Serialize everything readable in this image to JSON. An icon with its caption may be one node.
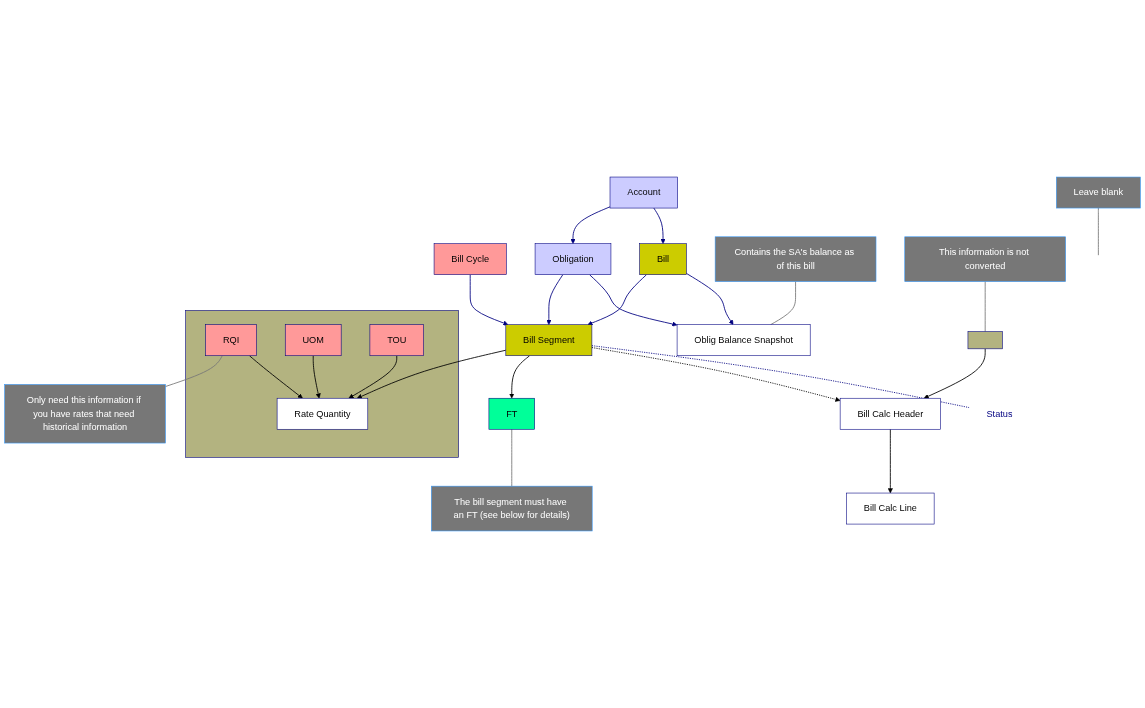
{
  "diagram": {
    "nodes": [
      {
        "text": [
          "Leave blank"
        ]
      },
      {
        "text": [
          "Contains the SA's balance as of this bill"
        ]
      },
      {
        "text": [
          "Bill Cycle"
        ]
      },
      {
        "text": [
          "This information is not converted"
        ]
      },
      {
        "text": [],
        "shape": "box"
      },
      {
        "text": [
          "Account"
        ]
      },
      {
        "text": [
          "Bill"
        ]
      },
      {
        "text": [
          "Oblig Balance Snapshot"
        ]
      },
      {
        "text": [
          "Status"
        ]
      },
      {
        "text": [
          "Bill Calc Header"
        ]
      },
      {
        "text": [
          "Bill Calc Line"
        ]
      },
      {
        "text": [
          "Obligation"
        ]
      },
      {
        "text": [
          "Bill Segment"
        ]
      },
      {
        "text": [
          "FT"
        ]
      },
      {
        "text": [
          "The bill segment must have an FT (see below for details)"
        ]
      },
      {
        "text": [],
        "shape": "box"
      },
      {
        "text": [
          "Rate Quantity"
        ],
        "in": 15
      },
      {
        "text": [
          "RQI"
        ],
        "in": 15
      },
      {
        "text": [
          "UOM"
        ],
        "in": 15
      },
      {
        "text": [
          "TOU"
        ],
        "in": 15
      },
      {
        "text": [
          "Only need this information if you have rates that need historical information"
        ]
      }
    ],
    "edges": [
      {
        "from": 5,
        "to": 6,
        "arrow": "to"
      },
      {
        "from": 5,
        "to": 11,
        "arrow": "to"
      },
      {
        "from": 6,
        "to": 7,
        "arrow": "to"
      },
      {
        "from": 6,
        "to": 12,
        "arrow": "to"
      },
      {
        "from": 11,
        "to": 7,
        "arrow": "to"
      },
      {
        "from": 11,
        "to": 12,
        "arrow": "to"
      },
      {
        "from": 2,
        "to": 12,
        "arrow": "to"
      },
      {
        "from": 12,
        "to": 8,
        "arrow": "none",
        "style": "dashed"
      },
      {
        "from": 12,
        "to": 9,
        "arrow": "to",
        "style": "dashed",
        "color": "#000000"
      },
      {
        "from": 4,
        "to": 9,
        "arrow": "to",
        "color": "#000000"
      },
      {
        "from": 9,
        "to": 10,
        "arrow": "to",
        "color": "#000000"
      },
      {
        "from": 12,
        "to": 13,
        "arrow": "to",
        "color": "#000000"
      },
      {
        "from": 12,
        "to": 16,
        "arrow": "to",
        "color": "#000000"
      },
      {
        "from": 17,
        "to": 16,
        "arrow": "to",
        "color": "#000000"
      },
      {
        "from": 18,
        "to": 16,
        "arrow": "to",
        "color": "#000000"
      },
      {
        "from": 19,
        "to": 16,
        "arrow": "to",
        "color": "#000000"
      },
      {
        "from": 0,
        "to": null,
        "arrow": "none",
        "color": "#777777"
      },
      {
        "from": 1,
        "to": 7,
        "arrow": "none",
        "color": "#777777"
      },
      {
        "from": 3,
        "to": 4,
        "arrow": "none",
        "color": "#777777"
      },
      {
        "from": 13,
        "to": 14,
        "arrow": "none",
        "color": "#777777"
      },
      {
        "from": 17,
        "to": 20,
        "arrow": "none",
        "color": "#777777"
      }
    ]
  }
}
